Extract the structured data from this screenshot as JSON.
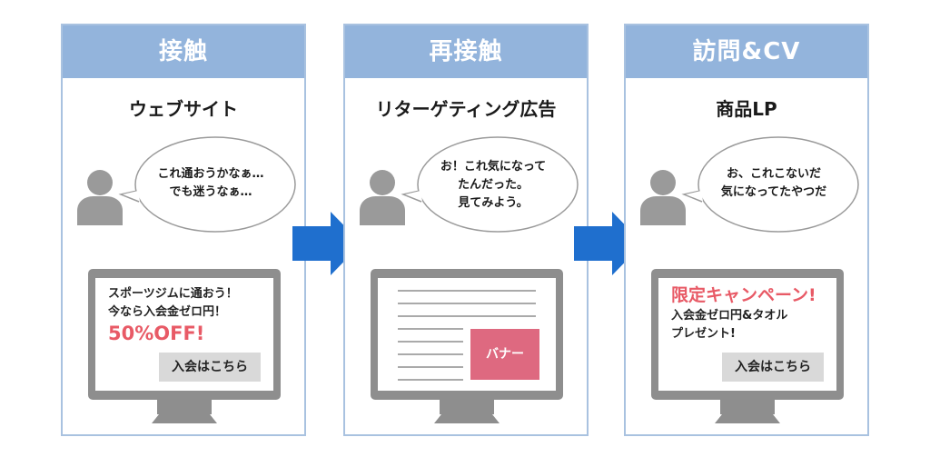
{
  "colors": {
    "header_bg": "#93b4dc",
    "panel_border": "#a9c2e0",
    "arrow": "#1f6fce",
    "person": "#9a9a9a",
    "monitor": "#8e8e8e",
    "accent_red": "#e85a66",
    "banner": "#de6980",
    "cta_bg": "#d9d9d9"
  },
  "steps": [
    {
      "header": "接触",
      "subtitle": "ウェブサイト",
      "speech": [
        "これ通おうかなぁ…",
        "でも迷うなぁ…"
      ],
      "screen": {
        "lines": [
          "スポーツジムに通おう！",
          "今なら入会金ゼロ円！"
        ],
        "highlight": "50%OFF!",
        "cta": "入会はこちら"
      }
    },
    {
      "header": "再接触",
      "subtitle": "リターゲティング広告",
      "speech": [
        "お！これ気になって",
        "たんだった。",
        "見てみよう。"
      ],
      "screen": {
        "banner": "バナー"
      }
    },
    {
      "header": "訪問&CV",
      "subtitle": "商品LP",
      "speech": [
        "お、これこないだ",
        "気になってたやつだ"
      ],
      "screen": {
        "highlight": "限定キャンペーン!",
        "lines": [
          "入会金ゼロ円&タオル",
          "プレゼント!"
        ],
        "cta": "入会はこちら"
      }
    }
  ],
  "icons": {
    "person": "person-icon",
    "monitor": "monitor-icon",
    "arrow": "arrow-right-icon",
    "bubble": "speech-bubble-icon"
  }
}
